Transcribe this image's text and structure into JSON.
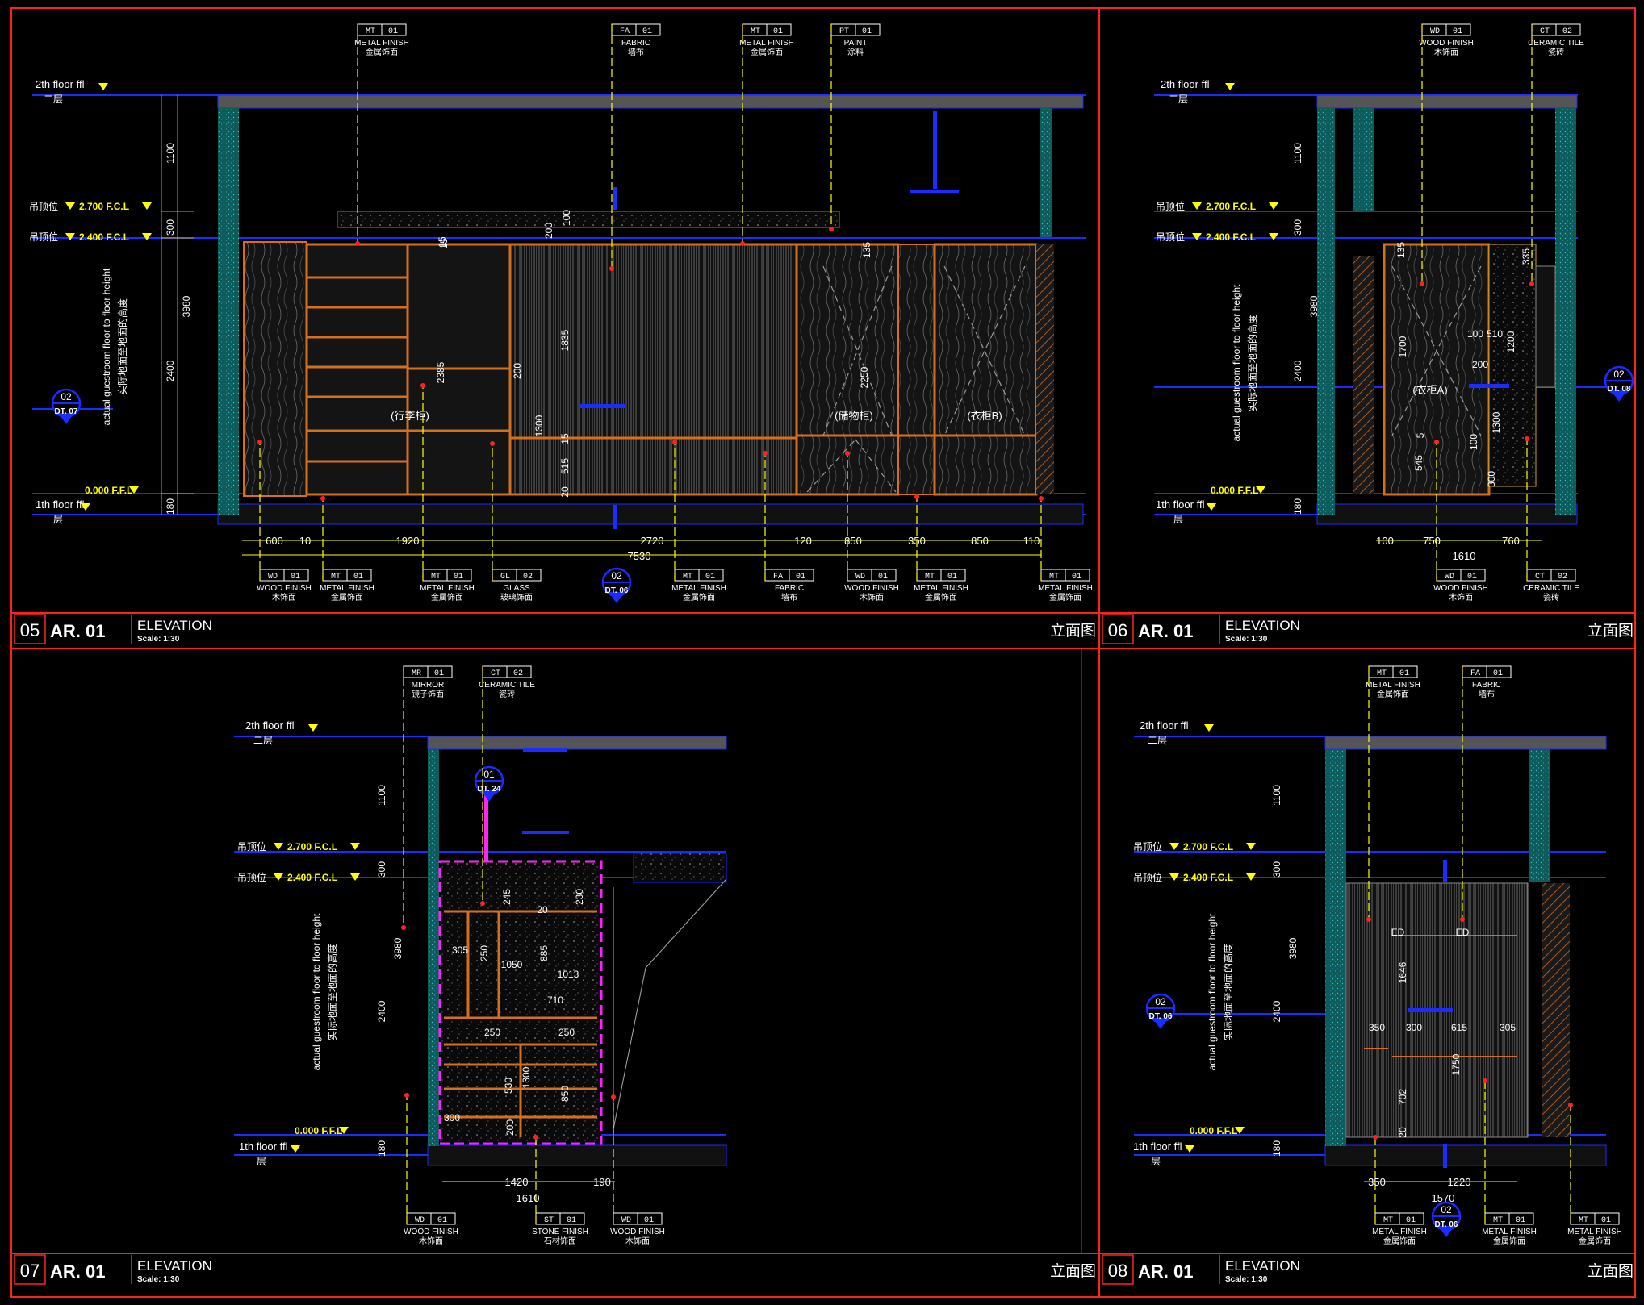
{
  "colors": {
    "bg": "#000000",
    "frame": "#ff2020",
    "blue": "#1a2cff",
    "yellow": "#ffff00",
    "white": "#ffffff",
    "orange": "#d2701e",
    "teal": "#0f6c6c",
    "magenta": "#ff22ff",
    "red": "#ff2222"
  },
  "levels": {
    "floor2": "2th floor ffl",
    "floor2_cn": "二层",
    "floor1": "1th floor ffl",
    "floor1_cn": "一层",
    "ffl": "0.000 F.F.L",
    "ceil_cn": "吊顶位",
    "fcl_2700": "2.700 F.C.L",
    "fcl_2400": "2.400 F.C.L",
    "height_en": "actual guestroom floor to floor height",
    "height_cn": "实际地面至地面的高度"
  },
  "dims_vertical": {
    "d1100": "1100",
    "d300": "300",
    "d3980": "3980",
    "d2400": "2400",
    "d180": "180"
  },
  "panels": {
    "p05": {
      "num": "05",
      "code": "AR. 01",
      "title": "ELEVATION",
      "scale": "Scale: 1:30",
      "cn": "立面图",
      "tags_top": [
        {
          "code": "MT",
          "n": "01",
          "en": "METAL FINISH",
          "cn": "金属饰面"
        },
        {
          "code": "FA",
          "n": "01",
          "en": "FABRIC",
          "cn": "墙布"
        },
        {
          "code": "MT",
          "n": "01",
          "en": "METAL FINISH",
          "cn": "金属饰面"
        },
        {
          "code": "PT",
          "n": "01",
          "en": "PAINT",
          "cn": "涂料"
        }
      ],
      "tags_bottom": [
        {
          "code": "WD",
          "n": "01",
          "en": "WOOD FINISH",
          "cn": "木饰面"
        },
        {
          "code": "MT",
          "n": "01",
          "en": "METAL FINISH",
          "cn": "金属饰面"
        },
        {
          "code": "MT",
          "n": "01",
          "en": "METAL FINISH",
          "cn": "金属饰面"
        },
        {
          "code": "GL",
          "n": "02",
          "en": "GLASS",
          "cn": "玻璃饰面"
        },
        {
          "code": "MT",
          "n": "01",
          "en": "METAL FINISH",
          "cn": "金属饰面"
        },
        {
          "code": "FA",
          "n": "01",
          "en": "FABRIC",
          "cn": "墙布"
        },
        {
          "code": "WD",
          "n": "01",
          "en": "WOOD FINISH",
          "cn": "木饰面"
        },
        {
          "code": "MT",
          "n": "01",
          "en": "METAL FINISH",
          "cn": "金属饰面"
        },
        {
          "code": "MT",
          "n": "01",
          "en": "METAL FINISH",
          "cn": "金属饰面"
        }
      ],
      "dims_h": [
        "600",
        "10",
        "1920",
        "2720",
        "120",
        "850",
        "350",
        "850",
        "110"
      ],
      "total": "7530",
      "inner_dims": [
        "200",
        "100",
        "15",
        "1835",
        "2385",
        "200",
        "1300",
        "15",
        "515",
        "20",
        "15",
        "2250",
        "135"
      ],
      "labels": [
        "(储物柜)",
        "(衣柜B)",
        "(行李柜)"
      ],
      "callout_left": {
        "n": "02",
        "ref": "DT. 07"
      },
      "callout_bottom": {
        "n": "02",
        "ref": "DT. 06"
      }
    },
    "p06": {
      "num": "06",
      "code": "AR. 01",
      "title": "ELEVATION",
      "scale": "Scale: 1:30",
      "cn": "立面图",
      "tags_top": [
        {
          "code": "WD",
          "n": "01",
          "en": "WOOD FINISH",
          "cn": "木饰面"
        },
        {
          "code": "CT",
          "n": "02",
          "en": "CERAMIC TILE",
          "cn": "瓷砖"
        }
      ],
      "tags_bottom": [
        {
          "code": "WD",
          "n": "01",
          "en": "WOOD FINISH",
          "cn": "木饰面"
        },
        {
          "code": "CT",
          "n": "02",
          "en": "CERAMIC TILE",
          "cn": "瓷砖"
        }
      ],
      "dims_h": [
        "100",
        "750",
        "760"
      ],
      "total": "1610",
      "inner_dims": [
        "135",
        "1700",
        "100",
        "510",
        "200",
        "1200",
        "335",
        "100",
        "545",
        "5",
        "1300",
        "300"
      ],
      "labels": [
        "(衣柜A)"
      ],
      "callout_right": {
        "n": "02",
        "ref": "DT. 08"
      }
    },
    "p07": {
      "num": "07",
      "code": "AR. 01",
      "title": "ELEVATION",
      "scale": "Scale: 1:30",
      "cn": "立面图",
      "tags_top": [
        {
          "code": "MR",
          "n": "01",
          "en": "MIRROR",
          "cn": "镜子饰面"
        },
        {
          "code": "CT",
          "n": "02",
          "en": "CERAMIC TILE",
          "cn": "瓷砖"
        }
      ],
      "tags_bottom": [
        {
          "code": "WD",
          "n": "01",
          "en": "WOOD FINISH",
          "cn": "木饰面"
        },
        {
          "code": "ST",
          "n": "01",
          "en": "STONE FINISH",
          "cn": "石材饰面"
        },
        {
          "code": "WD",
          "n": "01",
          "en": "WOOD FINISH",
          "cn": "木饰面"
        }
      ],
      "dims_h": [
        "1420",
        "190"
      ],
      "total": "1610",
      "inner_dims": [
        "245",
        "20",
        "230",
        "305",
        "250",
        "1050",
        "885",
        "1013",
        "710",
        "250",
        "1300",
        "250",
        "530",
        "850",
        "300",
        "200"
      ],
      "callout_top": {
        "n": "01",
        "ref": "DT. 24"
      }
    },
    "p08": {
      "num": "08",
      "code": "AR. 01",
      "title": "ELEVATION",
      "scale": "Scale: 1:30",
      "cn": "立面图",
      "tags_top": [
        {
          "code": "MT",
          "n": "01",
          "en": "METAL FINISH",
          "cn": "金属饰面"
        },
        {
          "code": "FA",
          "n": "01",
          "en": "FABRIC",
          "cn": "墙布"
        }
      ],
      "tags_bottom": [
        {
          "code": "MT",
          "n": "01",
          "en": "METAL FINISH",
          "cn": "金属饰面"
        },
        {
          "code": "MT",
          "n": "01",
          "en": "METAL FINISH",
          "cn": "金属饰面"
        },
        {
          "code": "MT",
          "n": "01",
          "en": "METAL FINISH",
          "cn": "金属饰面"
        }
      ],
      "dims_h": [
        "350",
        "1220"
      ],
      "total": "1570",
      "inner_dims": [
        "1646",
        "350",
        "300",
        "615",
        "305",
        "1750",
        "702",
        "20",
        "ED",
        "ED"
      ],
      "callout_left": {
        "n": "02",
        "ref": "DT. 06"
      },
      "callout_bottom": {
        "n": "02",
        "ref": "DT. 06"
      }
    }
  }
}
